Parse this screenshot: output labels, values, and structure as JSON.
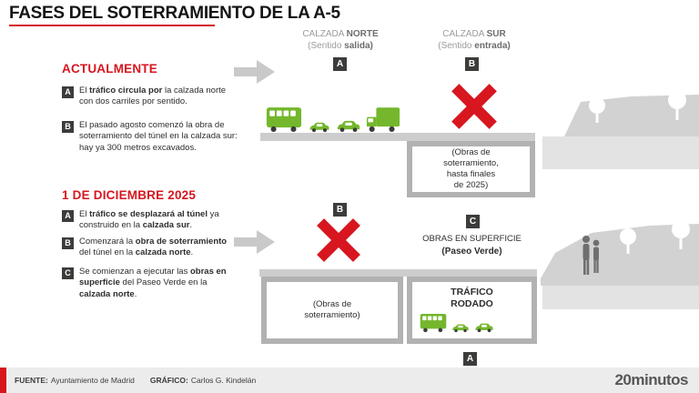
{
  "title": "FASES DEL SOTERRAMIENTO DE LA A-5",
  "colors": {
    "red": "#d7161f",
    "green": "#74b72c",
    "dark": "#3c3c3b",
    "gray_light": "#cdcdcd",
    "gray_border": "#b2b2b2",
    "footer_bg": "#ececec",
    "logo_gray": "#575756"
  },
  "columns": {
    "norte": {
      "title": [
        {
          "t": "CALZADA ",
          "b": 0
        },
        {
          "t": "NORTE",
          "b": 1
        }
      ],
      "sub": [
        {
          "t": "(Sentido ",
          "b": 0
        },
        {
          "t": "salida)",
          "b": 1
        }
      ]
    },
    "sur": {
      "title": [
        {
          "t": "CALZADA ",
          "b": 0
        },
        {
          "t": "SUR",
          "b": 1
        }
      ],
      "sub": [
        {
          "t": "(Sentido ",
          "b": 0
        },
        {
          "t": "entrada)",
          "b": 1
        }
      ]
    }
  },
  "markers": {
    "a": "A",
    "b": "B",
    "c": "C"
  },
  "sections": {
    "now": {
      "heading": "ACTUALMENTE",
      "items": [
        {
          "letter": "A",
          "segments": [
            {
              "t": "El ",
              "b": 0
            },
            {
              "t": "tráfico circula por",
              "b": 1
            },
            {
              "t": " la calzada norte con dos carriles por sentido.",
              "b": 0
            }
          ]
        },
        {
          "letter": "B",
          "segments": [
            {
              "t": "El pasado agosto comenzó la obra de soterramiento del túnel en la calzada sur: hay ya 300 metros excavados.",
              "b": 0
            }
          ]
        }
      ]
    },
    "dec": {
      "heading": "1 DE DICIEMBRE 2025",
      "items": [
        {
          "letter": "A",
          "segments": [
            {
              "t": "El ",
              "b": 0
            },
            {
              "t": "tráfico se desplazará al túnel",
              "b": 1
            },
            {
              "t": " ya construido en la ",
              "b": 0
            },
            {
              "t": "calzada sur",
              "b": 1
            },
            {
              "t": ".",
              "b": 0
            }
          ]
        },
        {
          "letter": "B",
          "segments": [
            {
              "t": "Comenzará la ",
              "b": 0
            },
            {
              "t": "obra de soterramiento",
              "b": 1
            },
            {
              "t": " del túnel en la ",
              "b": 0
            },
            {
              "t": "calzada norte",
              "b": 1
            },
            {
              "t": ".",
              "b": 0
            }
          ]
        },
        {
          "letter": "C",
          "segments": [
            {
              "t": "Se comienzan a ejecutar las ",
              "b": 0
            },
            {
              "t": "obras en superficie",
              "b": 1
            },
            {
              "t": " del Paseo Verde en la ",
              "b": 0
            },
            {
              "t": "calzada norte",
              "b": 1
            },
            {
              "t": ".",
              "b": 0
            }
          ]
        }
      ]
    }
  },
  "scene_top": {
    "tunnel_text": "(Obras de\nsoterramiento,\nhasta finales\nde 2025)"
  },
  "scene_bottom": {
    "tunnel_text": "(Obras de\nsoterramiento)",
    "surface_line1": "OBRAS EN SUPERFICIE",
    "surface_line2": "(Paseo Verde)",
    "traffic_text": "TRÁFICO\nRODADO"
  },
  "icons": {
    "arrow": "arrow-right-icon",
    "bus": "bus-icon",
    "car": "car-icon",
    "truck": "truck-icon",
    "closed": "red-x-icon",
    "tree": "tree-icon",
    "people": "pedestrians-icon"
  },
  "footer": {
    "source_label": "FUENTE:",
    "source": "Ayuntamiento de Madrid",
    "graphic_label": "GRÁFICO:",
    "graphic": "Carlos G. Kindelán",
    "logo": "20minutos"
  }
}
